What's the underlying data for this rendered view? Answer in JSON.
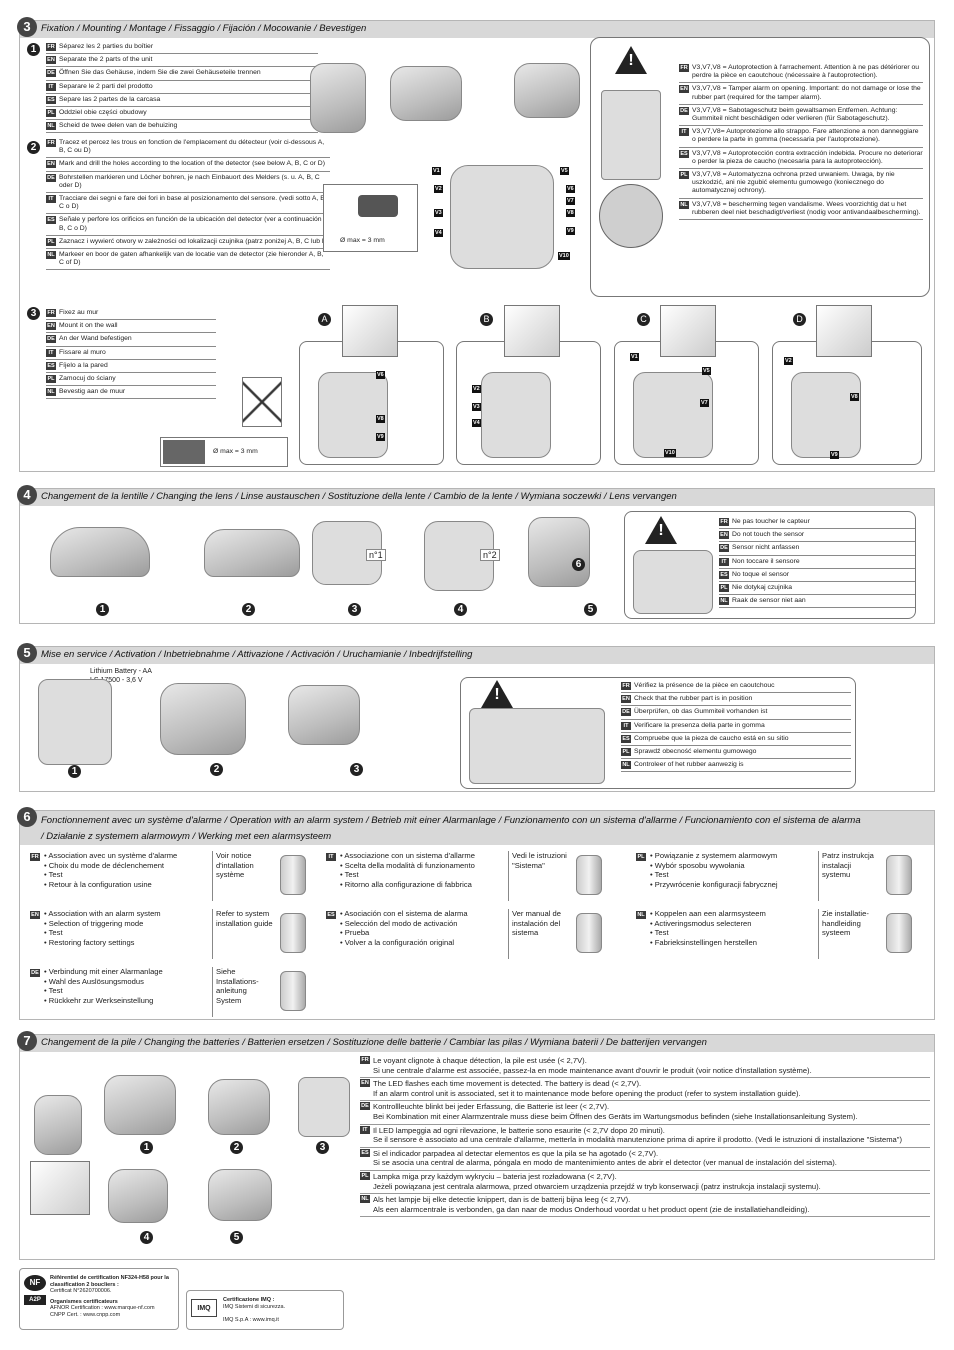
{
  "s3": {
    "num": "3",
    "title": "Fixation / Mounting / Montage / Fissaggio / Fijación / Mocowanie / Bevestigen",
    "step1": [
      {
        "l": "FR",
        "t": "Séparez les 2 parties du boîtier"
      },
      {
        "l": "EN",
        "t": "Separate the 2 parts of the unit"
      },
      {
        "l": "DE",
        "t": "Öffnen Sie das Gehäuse, indem Sie die zwei Gehäuseteile trennen"
      },
      {
        "l": "IT",
        "t": "Separare le 2 parti del prodotto"
      },
      {
        "l": "ES",
        "t": "Separe las 2 partes de la carcasa"
      },
      {
        "l": "PL",
        "t": "Oddziel obie części obudowy"
      },
      {
        "l": "NL",
        "t": "Scheid de twee delen van de behuizing"
      }
    ],
    "step2": [
      {
        "l": "FR",
        "t": "Tracez et percez les trous en fonction de l'emplacement du détecteur (voir ci-dessous A, B, C ou D)"
      },
      {
        "l": "EN",
        "t": "Mark and drill the holes according to the location of the detector (see below A, B, C or D)"
      },
      {
        "l": "DE",
        "t": "Bohrstellen markieren und Löcher bohren, je nach Einbauort des Melders (s. u. A, B, C oder D)"
      },
      {
        "l": "IT",
        "t": "Tracciare dei segni e fare dei fori in base al posizionamento del sensore. (vedi sotto A, B, C o D)"
      },
      {
        "l": "ES",
        "t": "Señale y perfore los orificios en función de la ubicación del detector (ver a continuación A, B, C o D)"
      },
      {
        "l": "PL",
        "t": "Zaznacz i wywierć otwory w zależności od lokalizacji czujnika (patrz poniżej A, B, C lub D)"
      },
      {
        "l": "NL",
        "t": "Markeer en boor de gaten afhankelijk van de locatie van de detector (zie hieronder A, B, C of D)"
      }
    ],
    "step3": [
      {
        "l": "FR",
        "t": "Fixez au mur"
      },
      {
        "l": "EN",
        "t": "Mount it on the wall"
      },
      {
        "l": "DE",
        "t": "An der Wand befestigen"
      },
      {
        "l": "IT",
        "t": "Fissare al muro"
      },
      {
        "l": "ES",
        "t": "Fíjelo a la pared"
      },
      {
        "l": "PL",
        "t": "Zamocuj do ściany"
      },
      {
        "l": "NL",
        "t": "Bevestig aan de muur"
      }
    ],
    "drill_max": "Ø max = 3 mm",
    "screw_max": "Ø max = 3 mm",
    "tamper": [
      {
        "l": "FR",
        "t": "V3,V7,V8 = Autoprotection à l'arrachement. Attention à ne pas détériorer ou perdre la pièce en caoutchouc (nécessaire à l'autoprotection)."
      },
      {
        "l": "EN",
        "t": "V3,V7,V8 = Tamper alarm on opening. Important: do not damage or lose the rubber part (required for the tamper alarm)."
      },
      {
        "l": "DE",
        "t": "V3,V7,V8 = Sabotageschutz beim gewaltsamen Entfernen. Achtung: Gummiteil nicht beschädigen oder verlieren (für Sabotageschutz)."
      },
      {
        "l": "IT",
        "t": "V3,V7,V8= Autoprotezione allo strappo. Fare attenzione a non danneggiare o perdere la parte in gomma (necessaria per l'autoprotezione)."
      },
      {
        "l": "ES",
        "t": "V3,V7,V8 = Autoprotección contra extracción indebida. Procure no deteriorar o perder la pieza de caucho (necesaria para la autoprotección)."
      },
      {
        "l": "PL",
        "t": "V3,V7,V8 = Automatyczna ochrona przed urwaniem. Uwaga, by nie uszkodzić, ani nie zgubić elementu gumowego (koniecznego do automatycznej ochrony)."
      },
      {
        "l": "NL",
        "t": "V3,V7,V8 = bescherming tegen vandalisme. Wees voorzichtig dat u het rubberen deel niet beschadigt/verliest (nodig voor antivandaalbescherming)."
      }
    ],
    "vlabels": [
      "V1",
      "V2",
      "V3",
      "V4",
      "V5",
      "V6",
      "V7",
      "V8",
      "V9",
      "V10"
    ],
    "letters": [
      "A",
      "B",
      "C",
      "D"
    ],
    "steps": [
      "1",
      "2",
      "3"
    ]
  },
  "s4": {
    "num": "4",
    "title": "Changement de la lentille / Changing the lens / Linse austauschen / Sostituzione della lente / Cambio de la lente / Wymiana soczewki / Lens vervangen",
    "steps": [
      "1",
      "2",
      "3",
      "4",
      "5",
      "6"
    ],
    "n1": "n°1",
    "n2": "n°2",
    "warn": [
      {
        "l": "FR",
        "t": "Ne pas toucher le capteur"
      },
      {
        "l": "EN",
        "t": "Do not touch the sensor"
      },
      {
        "l": "DE",
        "t": "Sensor nicht anfassen"
      },
      {
        "l": "IT",
        "t": "Non toccare il sensore"
      },
      {
        "l": "ES",
        "t": "No toque el sensor"
      },
      {
        "l": "PL",
        "t": "Nie dotykaj czujnika"
      },
      {
        "l": "NL",
        "t": "Raak de sensor niet aan"
      }
    ]
  },
  "s5": {
    "num": "5",
    "title": "Mise en service / Activation / Inbetriebnahme / Attivazione / Activación / Uruchamianie / Inbedrijfstelling",
    "battery": "Lithium Battery - AA\nLS 17500 - 3,6 V",
    "steps": [
      "1",
      "2",
      "3"
    ],
    "warn": [
      {
        "l": "FR",
        "t": "Vérifiez la présence de la pièce en caoutchouc"
      },
      {
        "l": "EN",
        "t": "Check that the rubber part is in position"
      },
      {
        "l": "DE",
        "t": "Überprüfen, ob das Gummiteil vorhanden ist"
      },
      {
        "l": "IT",
        "t": "Verificare la presenza della parte in gomma"
      },
      {
        "l": "ES",
        "t": "Compruebe que la pieza de caucho está en su sitio"
      },
      {
        "l": "PL",
        "t": "Sprawdź obecność elementu gumowego"
      },
      {
        "l": "NL",
        "t": "Controleer of het rubber aanwezig is"
      }
    ]
  },
  "s6": {
    "num": "6",
    "title1": "Fonctionnement avec un système d'alarme / Operation with an alarm system / Betrieb mit einer Alarmanlage / Funzionamento con un sistema d'allarme / Funcionamiento con el sistema de alarma",
    "title2": "/ Działanie z systemem alarmowym / Werking met een alarmsysteem",
    "groups": [
      {
        "l": "FR",
        "items": [
          "Association avec un système d'alarme",
          "Choix du mode de déclenchement",
          "Test",
          "Retour à la configuration usine"
        ],
        "ref": "Voir notice d'intallation système"
      },
      {
        "l": "EN",
        "items": [
          "Association with an alarm system",
          "Selection of triggering mode",
          "Test",
          "Restoring factory settings"
        ],
        "ref": "Refer to system installation guide"
      },
      {
        "l": "DE",
        "items": [
          "Verbindung mit einer Alarmanlage",
          "Wahl des Auslösungsmodus",
          "Test",
          "Rückkehr zur Werkseinstellung"
        ],
        "ref": "Siehe Installations-anleitung System"
      },
      {
        "l": "IT",
        "items": [
          "Associazione con un sistema d'allarme",
          "Scelta della modalità di funzionamento",
          "Test",
          "Ritorno alla configurazione di fabbrica"
        ],
        "ref": "Vedi le istruzioni \"Sistema\""
      },
      {
        "l": "ES",
        "items": [
          "Asociación con el sistema de alarma",
          "Selección del modo de activación",
          "Prueba",
          "Volver a la configuración original"
        ],
        "ref": "Ver manual de instalación del sistema"
      },
      {
        "l": "PL",
        "items": [
          "Powiązanie z systemem alarmowym",
          "Wybór sposobu wywołania",
          "Test",
          "Przywrócenie konfiguracji fabrycznej"
        ],
        "ref": "Patrz instrukcja instalacji systemu"
      },
      {
        "l": "NL",
        "items": [
          "Koppelen aan een alarmsysteem",
          "Activeringsmodus selecteren",
          "Test",
          "Fabrieksinstellingen herstellen"
        ],
        "ref": "Zie installatie-handleiding systeem"
      }
    ]
  },
  "s7": {
    "num": "7",
    "title": "Changement de la pile / Changing the batteries / Batterien ersetzen / Sostituzione delle batterie / Cambiar las pilas / Wymiana baterii / De batterijen vervangen",
    "steps": [
      "1",
      "2",
      "3",
      "4",
      "5"
    ],
    "rows": [
      {
        "l": "FR",
        "t": "Le voyant clignote à chaque détection, la pile est usée (< 2,7V).\nSi une centrale d'alarme est associée, passez-la en mode maintenance avant d'ouvrir le produit (voir notice d'installation système)."
      },
      {
        "l": "EN",
        "t": "The LED flashes each time movement is detected. The battery is dead (< 2,7V).\nIf an alarm control unit is associated, set it to maintenance mode before opening the product (refer to system installation guide)."
      },
      {
        "l": "DE",
        "t": "Kontrollleuchte blinkt bei jeder Erfassung, die Batterie ist leer (< 2,7V).\nBei Kombination mit einer Alarmzentrale muss diese beim Öffnen des Geräts im Wartungsmodus befinden (siehe Installationsanleitung System)."
      },
      {
        "l": "IT",
        "t": "Il LED lampeggia ad ogni rilevazione, le batterie sono esaurite (< 2,7V dopo 20 minuti).\nSe il sensore è associato ad una centrale d'allarme, metterla in modalità manutenzione prima di aprire il prodotto. (Vedi le istruzioni di installazione \"Sistema\")"
      },
      {
        "l": "ES",
        "t": "Si el indicador parpadea al detectar elementos es que la pila se ha agotado (< 2,7V).\nSi se asocia una central de alarma, póngala en modo de mantenimiento antes de abrir el detector (ver manual de instalación del sistema)."
      },
      {
        "l": "PL",
        "t": "Lampka miga przy każdym wykryciu – bateria jest rozładowana (< 2,7V).\nJeżeli powiązana jest centrala alarmowa, przed otwarciem urządzenia przejdź w tryb konserwacji (patrz instrukcja instalacji systemu)."
      },
      {
        "l": "NL",
        "t": "Als het lampje bij elke detectie knippert, dan is de batterij bijna leeg (< 2,7V).\nAls een alarmcentrale is verbonden, ga dan naar de modus Onderhoud voordat u het product opent (zie de installatiehandleiding)."
      }
    ]
  },
  "cert": {
    "nf_ref": "Référentiel de certification NF324-H58 pour la classification 2 boucliers :",
    "nf_cert": "Certificat N°2620700006.",
    "org": "Organismes certificateurs",
    "afnor": "AFNOR Certification : www.marque-nf.com",
    "cnpp": "CNPP Cert. : www.cnpp.com",
    "nf_logo": "NF",
    "a2p": "A2P",
    "imq_title": "Certificazione IMQ :",
    "imq_sub": "IMQ Sistemi di sicurezza.",
    "imq": "IMQ S.p.A : www.imq.it",
    "imq_logo": "IMQ"
  }
}
